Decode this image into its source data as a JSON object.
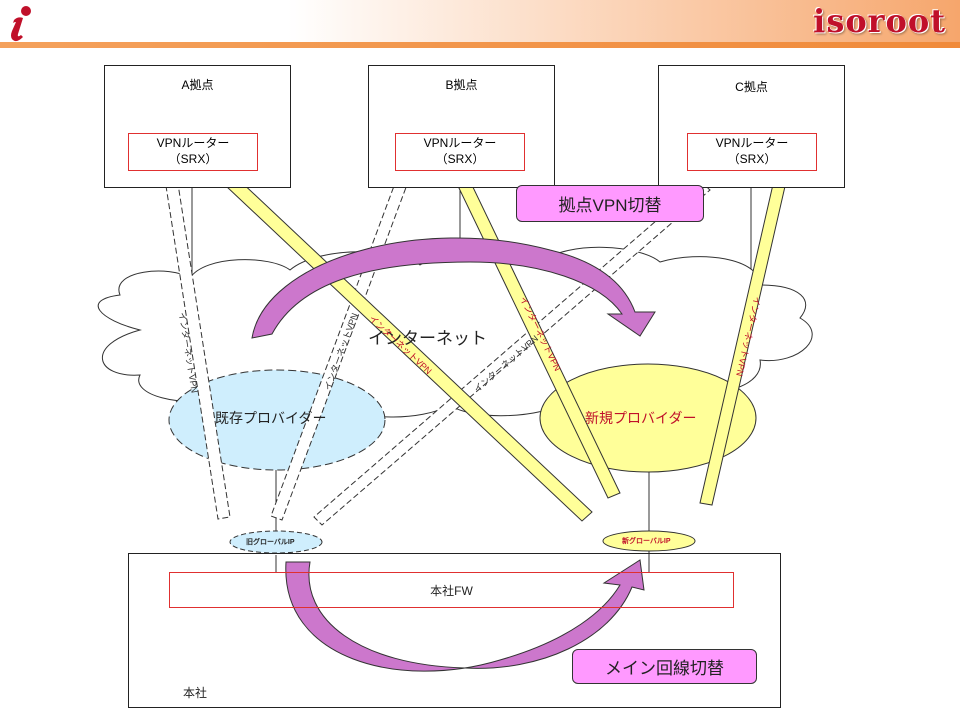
{
  "header": {
    "brand": "isoroot"
  },
  "sites": {
    "a": {
      "name": "A拠点",
      "router_line1": "VPNルーター",
      "router_line2": "（SRX）"
    },
    "b": {
      "name": "B拠点",
      "router_line1": "VPNルーター",
      "router_line2": "（SRX）"
    },
    "c": {
      "name": "C拠点",
      "router_line1": "VPNルーター",
      "router_line2": "（SRX）"
    }
  },
  "network": {
    "internet": "インターネット",
    "old_provider": "既存プロバイダー",
    "new_provider": "新規プロバイダー",
    "old_ip": "旧グローバルIP",
    "new_ip": "新グローバルIP"
  },
  "tunnels": {
    "label": "インターネットVPN"
  },
  "hq": {
    "name": "本社",
    "firewall": "本社FW"
  },
  "callouts": {
    "site_switch": "拠点VPN切替",
    "main_switch": "メイン回線切替"
  },
  "colors": {
    "accent_red": "#c0102a",
    "router_border": "#e03030",
    "arrow_fill": "#cc77cc",
    "old_provider": "#cfeefd",
    "new_provider": "#ffff99",
    "tunnel_yellow": "#ffff99",
    "callout_fill": "#ff99ff"
  }
}
